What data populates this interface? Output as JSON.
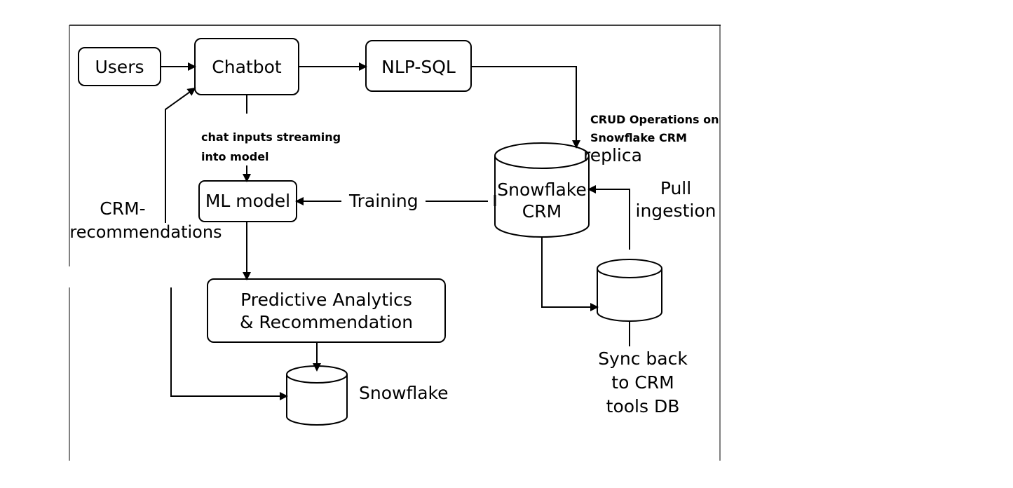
{
  "nodes": {
    "users": "Users",
    "chatbot": "Chatbot",
    "nlp_sql": "NLP-SQL",
    "ml_model": "ML model",
    "predictive_line1": "Predictive Analytics",
    "predictive_line2": "& Recommendation",
    "snowflake_crm_line1": "Snowflake",
    "snowflake_crm_line2": "CRM",
    "snowflake_db": "Snowflake"
  },
  "labels": {
    "crud_line1": "CRUD Operations on",
    "crud_line2": "Snowflake CRM",
    "replica": "replica",
    "chat_inputs_line1": "chat inputs streaming",
    "chat_inputs_line2": "into model",
    "training": "Training",
    "pull_line1": "Pull",
    "pull_line2": "ingestion",
    "crm_rec_line1": "CRM-",
    "crm_rec_line2": "recommendations",
    "sync_line1": "Sync back",
    "sync_line2": "to CRM",
    "sync_line3": "tools DB"
  }
}
